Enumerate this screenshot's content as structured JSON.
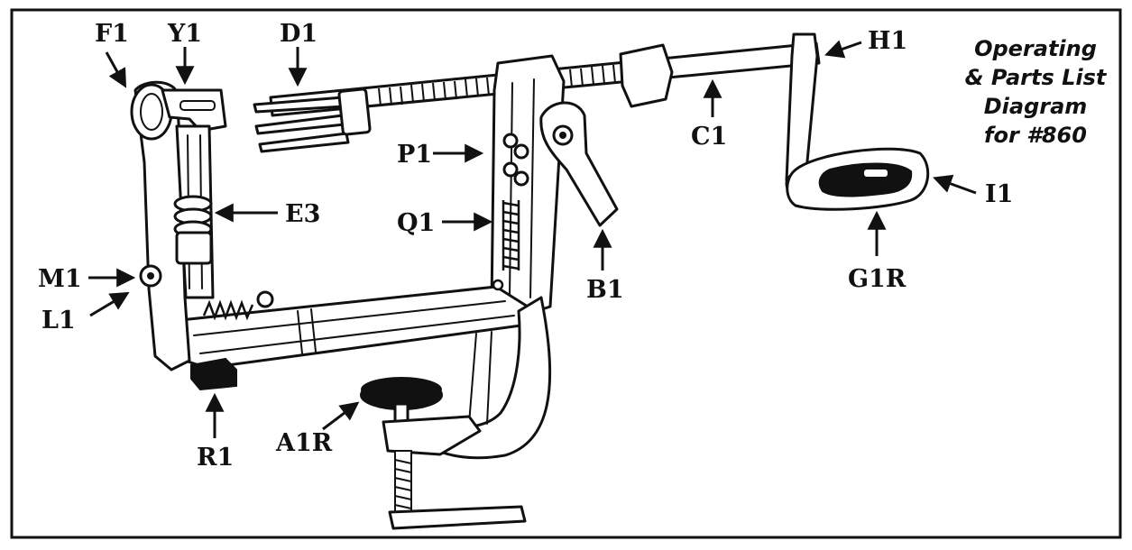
{
  "title_lines": [
    "Operating",
    "& Parts List",
    "Diagram",
    "for #860"
  ],
  "labels": {
    "F1": "F1",
    "Y1": "Y1",
    "D1": "D1",
    "H1": "H1",
    "C1": "C1",
    "P1": "P1",
    "Q1": "Q1",
    "E3": "E3",
    "M1": "M1",
    "L1": "L1",
    "B1": "B1",
    "I1": "I1",
    "G1R": "G1R",
    "R1": "R1",
    "A1R": "A1R"
  }
}
